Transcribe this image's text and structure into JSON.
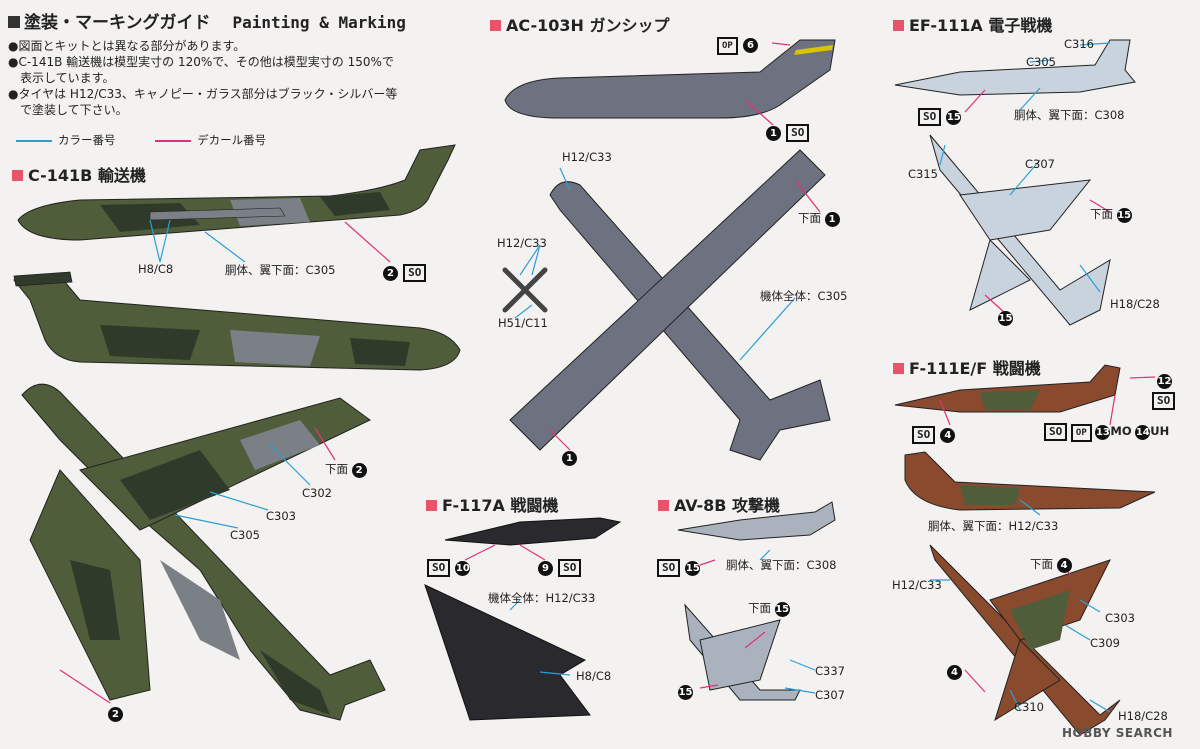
{
  "header": {
    "title_jp": "塗装・マーキングガイド",
    "title_en": "Painting & Marking"
  },
  "notes": [
    "●図面とキットとは異なる部分があります。",
    "●C-141B 輸送機は模型実寸の 120%で、その他は模型実寸の 150%で",
    "　表示しています。",
    "●タイヤは H12/C33、キャノピー・ガラス部分はブラック・シルバー等",
    "　で塗装して下さい。"
  ],
  "legend": {
    "color_number": "カラー番号",
    "decal_number": "デカール番号"
  },
  "colors": {
    "color_line": "#2a9fd6",
    "decal_line": "#e0307a",
    "accent": "#e8556a",
    "camo_green": "#4f5d3a",
    "camo_dark": "#2f3a2a",
    "camo_grey": "#7b7f86",
    "gunship_grey": "#6e7280",
    "ef_grey": "#c9d3de",
    "f111_brown": "#8a4a2e",
    "f117_black": "#2a2a2e"
  },
  "sections": {
    "c141": {
      "title": "C-141B 輸送機",
      "h8": "H8/C8",
      "body": "胴体、翼下面：C305",
      "under": "下面",
      "c302": "C302",
      "c303": "C303",
      "c305": "C305",
      "d2": "2",
      "so": "SO"
    },
    "ac103": {
      "title": "AC-103H ガンシップ",
      "h12": "H12/C33",
      "h12b": "H12/C33",
      "h51": "H51/C11",
      "whole": "機体全体：C305",
      "under": "下面",
      "d1": "1",
      "d6": "6",
      "so": "SO",
      "op": "OP"
    },
    "ef111": {
      "title": "EF-111A 電子戦機",
      "c316": "C316",
      "c305": "C305",
      "body": "胴体、翼下面：C308",
      "c307": "C307",
      "c315": "C315",
      "under": "下面",
      "h18": "H18/C28",
      "d15": "15",
      "so": "SO"
    },
    "f111": {
      "title": "F-111E/F 戦闘機",
      "d12": "12",
      "d4": "4",
      "d13": "13",
      "d14": "14",
      "mo": "MO",
      "uh": "UH",
      "so": "SO",
      "op": "OP",
      "body": "胴体、翼下面：H12/C33",
      "h12": "H12/C33",
      "under": "下面",
      "c303": "C303",
      "c309": "C309",
      "c310": "C310",
      "h18": "H18/C28"
    },
    "f117": {
      "title": "F-117A 戦闘機",
      "d10": "10",
      "d9": "9",
      "so": "SO",
      "whole": "機体全体：H12/C33",
      "h8": "H8/C8"
    },
    "av8": {
      "title": "AV-8B 攻撃機",
      "body": "胴体、翼下面：C308",
      "d15": "15",
      "so": "SO",
      "under": "下面",
      "c337": "C337",
      "c307": "C307"
    }
  },
  "watermark": "HOBBY SEARCH"
}
